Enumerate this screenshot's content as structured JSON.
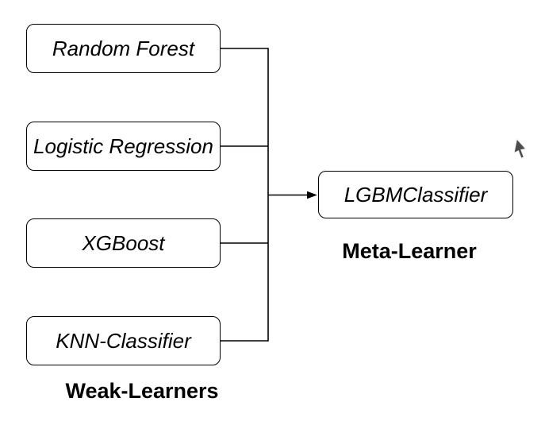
{
  "diagram": {
    "weak_learners": {
      "group_label": "Weak-Learners",
      "nodes": [
        {
          "id": "random-forest",
          "label": "Random Forest"
        },
        {
          "id": "logistic-regression",
          "label": "Logistic Regression"
        },
        {
          "id": "xgboost",
          "label": "XGBoost"
        },
        {
          "id": "knn-classifier",
          "label": "KNN-Classifier"
        }
      ]
    },
    "meta_learner": {
      "group_label": "Meta-Learner",
      "node": {
        "id": "lgbm-classifier",
        "label": "LGBMClassifier"
      }
    },
    "edges": [
      {
        "from": "random-forest",
        "to": "lgbm-classifier"
      },
      {
        "from": "logistic-regression",
        "to": "lgbm-classifier"
      },
      {
        "from": "xgboost",
        "to": "lgbm-classifier"
      },
      {
        "from": "knn-classifier",
        "to": "lgbm-classifier"
      }
    ],
    "colors": {
      "background": "#ffffff",
      "node_fill": "#ffffff",
      "node_border": "#000000",
      "connector": "#000000",
      "text": "#000000",
      "cursor_fill": "#4d4d4d"
    },
    "icons": {
      "cursor": "mouse-pointer-arrow-icon"
    }
  }
}
